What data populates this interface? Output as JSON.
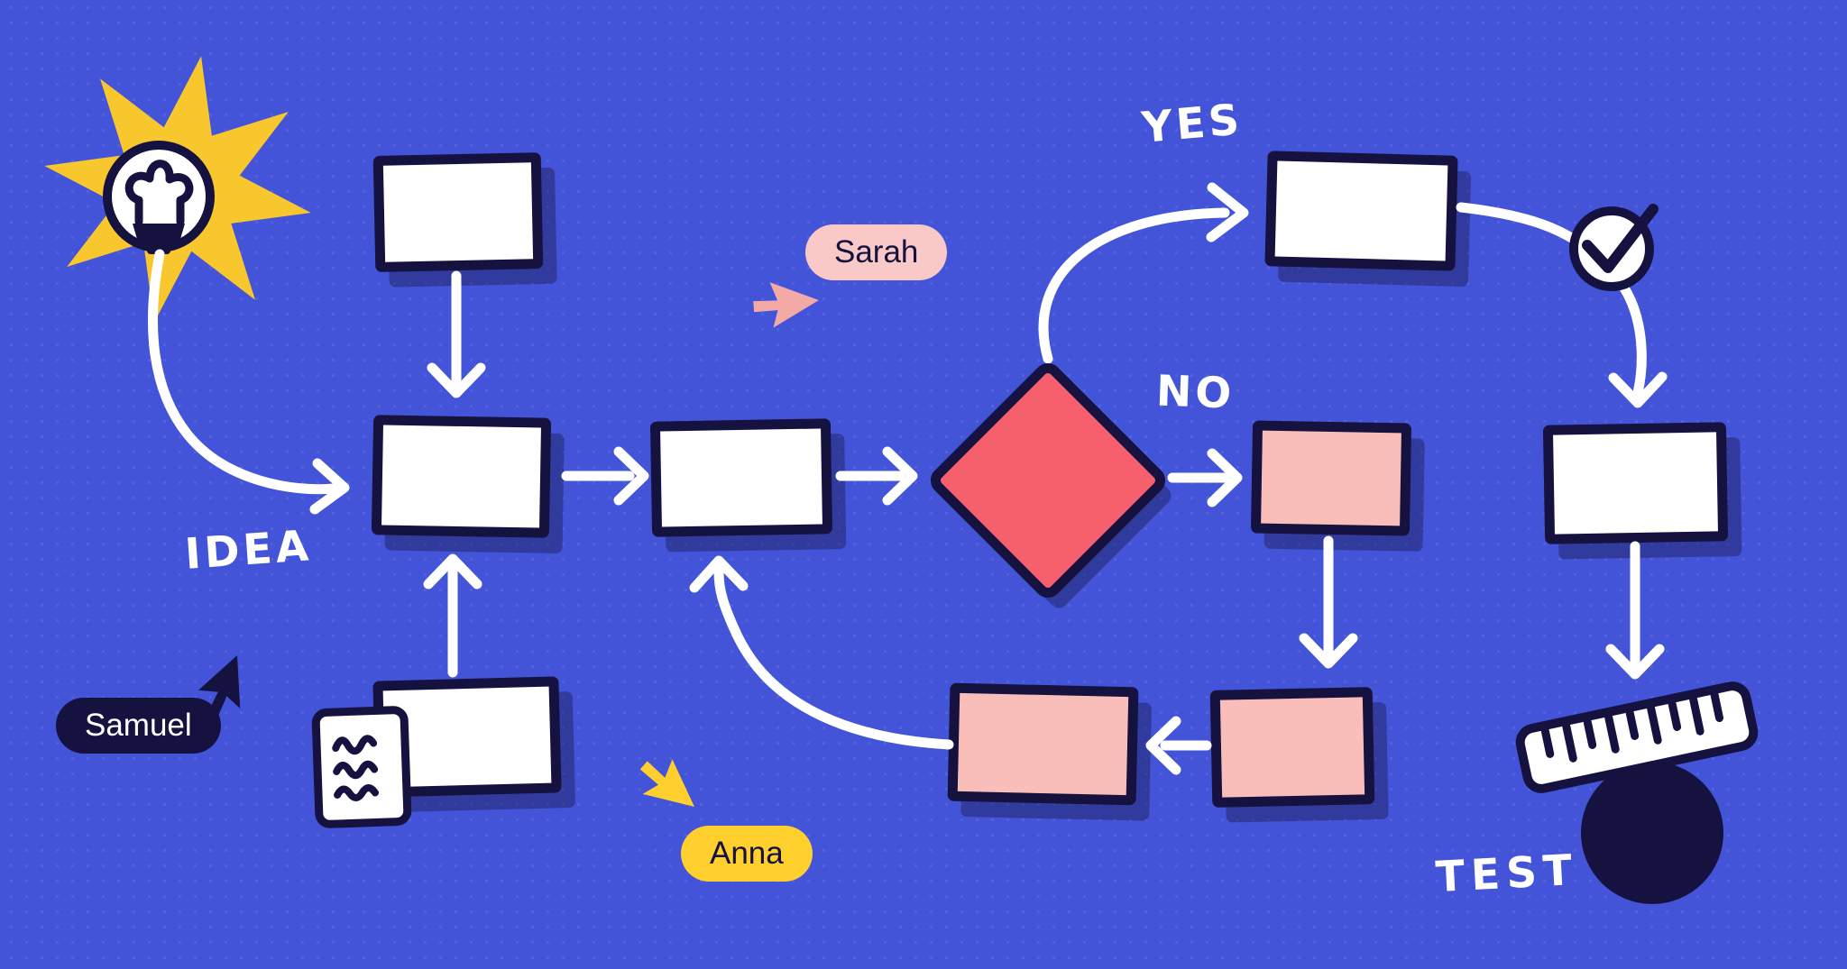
{
  "board": {
    "background_color": "#4354D9",
    "outline_color": "#15123F",
    "labels": {
      "idea": "IDEA",
      "yes": "YES",
      "no": "NO",
      "test": "TEST"
    },
    "collaborators": [
      {
        "name": "Sarah",
        "pill_color": "#F8C9C6",
        "text_color": "#15123F",
        "cursor_color": "#F3A9A6"
      },
      {
        "name": "Samuel",
        "pill_color": "#15123F",
        "text_color": "#FFFFFF",
        "cursor_color": "#15123F"
      },
      {
        "name": "Anna",
        "pill_color": "#FFCF2E",
        "text_color": "#15123F",
        "cursor_color": "#FFCF2E"
      }
    ],
    "flowchart": {
      "decision_color": "#F5606C",
      "step_color": "#FFFFFF",
      "alt_step_color": "#F9BEBA",
      "nodes": [
        {
          "id": "start-note",
          "type": "rect-white",
          "text": ""
        },
        {
          "id": "step-1",
          "type": "rect-white",
          "text": ""
        },
        {
          "id": "step-2",
          "type": "rect-white",
          "text": ""
        },
        {
          "id": "decision",
          "type": "diamond-red",
          "text": ""
        },
        {
          "id": "yes-step",
          "type": "rect-white",
          "text": ""
        },
        {
          "id": "approved-step",
          "type": "rect-white",
          "text": ""
        },
        {
          "id": "no-step",
          "type": "rect-pink",
          "text": ""
        },
        {
          "id": "rework-step",
          "type": "rect-pink",
          "text": ""
        },
        {
          "id": "loop-step",
          "type": "rect-pink",
          "text": ""
        },
        {
          "id": "notes-step",
          "type": "rect-white",
          "text": ""
        }
      ],
      "edges": [
        {
          "from": "idea-bulb",
          "to": "step-1"
        },
        {
          "from": "start-note",
          "to": "step-1"
        },
        {
          "from": "step-1",
          "to": "step-2"
        },
        {
          "from": "step-2",
          "to": "decision"
        },
        {
          "from": "decision",
          "to": "yes-step",
          "label": "YES"
        },
        {
          "from": "decision",
          "to": "no-step",
          "label": "NO"
        },
        {
          "from": "yes-step",
          "to": "checkmark"
        },
        {
          "from": "checkmark",
          "to": "approved-step"
        },
        {
          "from": "approved-step",
          "to": "test-ruler"
        },
        {
          "from": "no-step",
          "to": "rework-step"
        },
        {
          "from": "rework-step",
          "to": "loop-step"
        },
        {
          "from": "loop-step",
          "to": "step-2"
        },
        {
          "from": "notes-step",
          "to": "step-1"
        }
      ]
    },
    "icons": [
      "lightbulb-star-icon",
      "document-icon",
      "checkmark-circle-icon",
      "ruler-icon",
      "dot-circle-icon",
      "cursor-icons"
    ]
  }
}
